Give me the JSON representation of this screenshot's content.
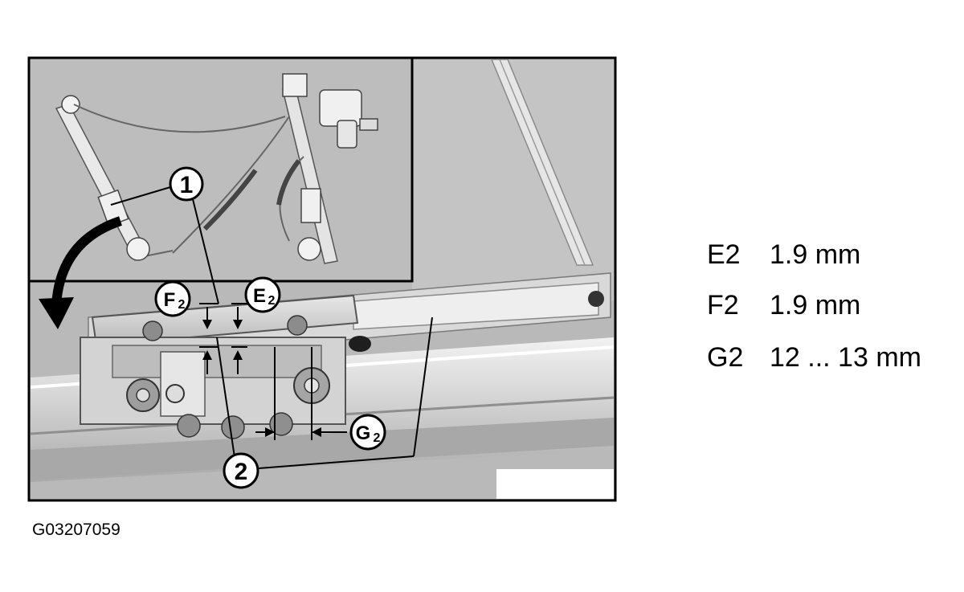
{
  "figure_id": "G03207059",
  "callouts": {
    "c1": "1",
    "c2": "2",
    "f2": {
      "letter": "F",
      "sub": "2"
    },
    "e2": {
      "letter": "E",
      "sub": "2"
    },
    "g2": {
      "letter": "G",
      "sub": "2"
    }
  },
  "specs": [
    {
      "key": "E2",
      "value": "1.9 mm"
    },
    {
      "key": "F2",
      "value": "1.9 mm"
    },
    {
      "key": "G2",
      "value": "12 ... 13 mm"
    }
  ]
}
